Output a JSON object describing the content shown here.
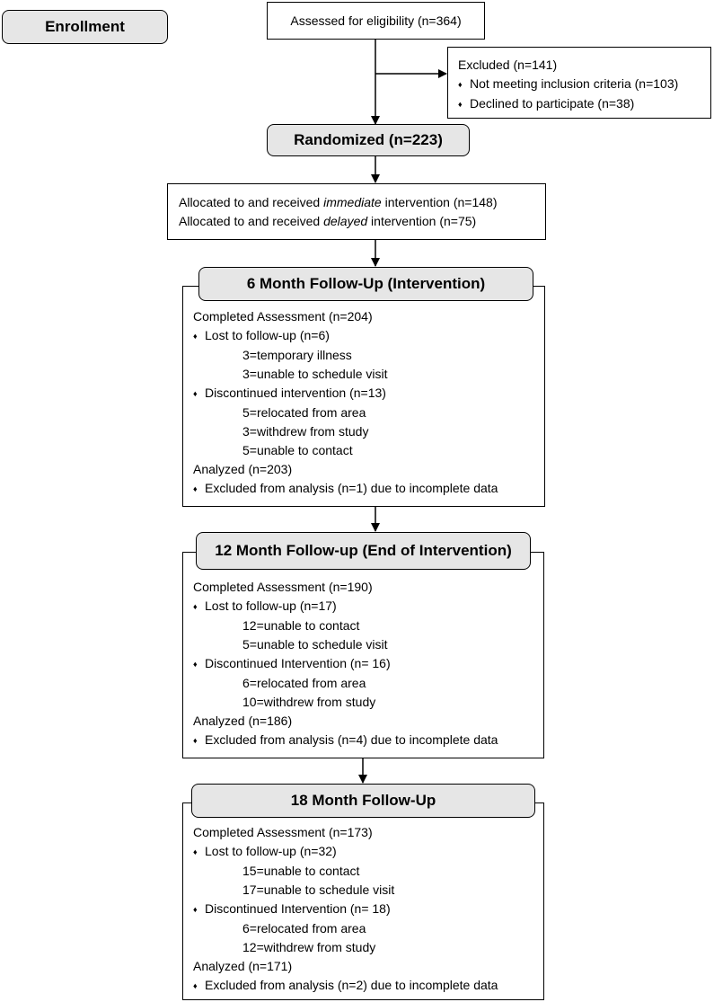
{
  "enrollment": {
    "label": "Enrollment"
  },
  "assessed": {
    "text": "Assessed for eligibility (n=364)"
  },
  "excluded": {
    "title": "Excluded (n=141)",
    "items": [
      "Not meeting inclusion criteria (n=103)",
      "Declined to participate (n=38)"
    ]
  },
  "randomized": {
    "label": "Randomized (n=223)"
  },
  "allocation": {
    "line1_pre": "Allocated to and received ",
    "line1_em": "immediate",
    "line1_post": " intervention (n=148)",
    "line2_pre": "Allocated to and received ",
    "line2_em": "delayed",
    "line2_post": " intervention (n=75)"
  },
  "followup6": {
    "header": "6 Month Follow-Up (Intervention)",
    "completed": "Completed Assessment (n=204)",
    "lost": "Lost to follow-up (n=6)",
    "lost_reasons": [
      "3=temporary illness",
      "3=unable to schedule visit"
    ],
    "discontinued": "Discontinued intervention (n=13)",
    "discontinued_reasons": [
      "5=relocated from area",
      "3=withdrew from study",
      "5=unable to contact"
    ],
    "analyzed": "Analyzed (n=203)",
    "excluded": "Excluded from analysis (n=1) due to incomplete data"
  },
  "followup12": {
    "header": "12 Month Follow-up (End of Intervention)",
    "completed": "Completed Assessment (n=190)",
    "lost": "Lost to follow-up (n=17)",
    "lost_reasons": [
      "12=unable to contact",
      "5=unable to schedule visit"
    ],
    "discontinued": "Discontinued Intervention (n= 16)",
    "discontinued_reasons": [
      "6=relocated from area",
      "10=withdrew from study"
    ],
    "analyzed": "Analyzed (n=186)",
    "excluded": "Excluded from analysis (n=4) due to incomplete data"
  },
  "followup18": {
    "header": "18 Month Follow-Up",
    "completed": "Completed Assessment (n=173)",
    "lost": "Lost to follow-up (n=32)",
    "lost_reasons": [
      "15=unable to contact",
      "17=unable to schedule visit"
    ],
    "discontinued": "Discontinued Intervention (n= 18)",
    "discontinued_reasons": [
      "6=relocated from area",
      "12=withdrew from study"
    ],
    "analyzed": "Analyzed (n=171)",
    "excluded": "Excluded from analysis (n=2) due to incomplete data"
  }
}
